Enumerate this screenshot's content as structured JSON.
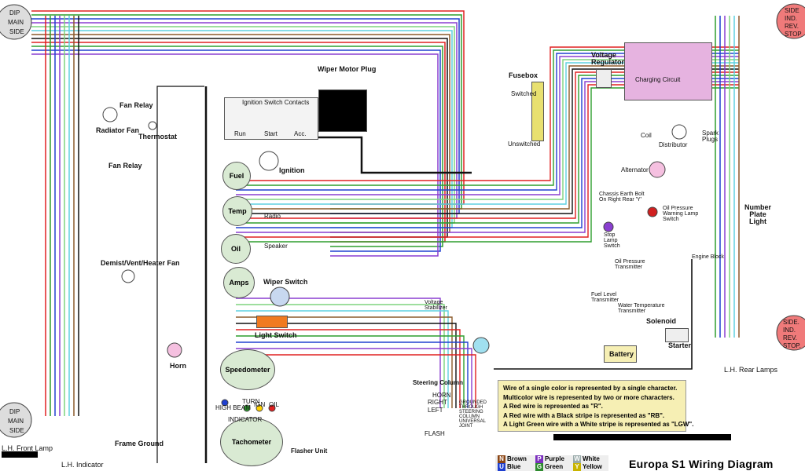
{
  "title": "Europa S1 Wiring Diagram",
  "labels": {
    "dip_main_side_top": [
      "DIP",
      "MAIN",
      "SIDE"
    ],
    "dip_main_side_bottom": [
      "DIP",
      "MAIN",
      "SIDE"
    ],
    "rear_top": [
      "SIDE",
      "IND.",
      "REV.",
      "STOP"
    ],
    "rear_bottom": [
      "SIDE.",
      "IND.",
      "REV.",
      "STOP."
    ],
    "lh_front_lamp": "L.H. Front Lamp",
    "lh_indicator": "L.H. Indicator",
    "lh_rear_lamps": "L.H. Rear Lamps",
    "fan_relay": "Fan Relay",
    "fan_relay2": "Fan Relay",
    "radiator_fan": "Radiator Fan",
    "thermostat": "Thermostat",
    "demist_fan": "Demist/Vent/Heater Fan",
    "horn": "Horn",
    "frame_ground": "Frame Ground",
    "wiper_motor_plug": "Wiper Motor Plug",
    "ignition_switch_contacts": "Ignition Switch Contacts",
    "ign_positions": [
      "Run",
      "Start",
      "Acc."
    ],
    "ignition": "Ignition",
    "fuel": "Fuel",
    "temp": "Temp",
    "oil": "Oil",
    "amps": "Amps",
    "wiper_switch": "Wiper Switch",
    "light_switch": "Light Switch",
    "speedometer": "Speedometer",
    "tachometer": "Tachometer",
    "flasher_unit": "Flasher Unit",
    "steering_column": "Steering Column",
    "voltage_regulator": "Voltage Regulator",
    "fusebox": "Fusebox",
    "switched": "Switched",
    "unswitched": "Unswitched",
    "charging_circuit": "Charging Circuit",
    "coil": "Coil",
    "distributor": "Distributor",
    "spark_plugs": "Spark Plugs",
    "alternator": "Alternator",
    "chassis_earth": "Chassis Earth Bolt On Right Rear 'Y'",
    "oil_pressure_lamp": "Oil Pressure Warning Lamp Switch",
    "stop_lamp_switch": "Stop Lamp Switch",
    "oil_pressure_transmitter": "Oil Pressure Transmitter",
    "fuel_level_transmitter": "Fuel Level Transmitter",
    "water_temp_transmitter": "Water Temperature Transmitter",
    "engine_block": "Engine Block",
    "solenoid": "Solenoid",
    "starter": "Starter",
    "battery": "Battery",
    "number_plate_light": "Number Plate Light",
    "voltage_stabilizer": "Voltage Stabilizer",
    "radio": "Radio",
    "speaker": "Speaker",
    "indicator": "INDICATOR",
    "high_beam": "HIGH BEAM",
    "turn": "TURN",
    "ign": "IGN",
    "oil_lamp": "OIL",
    "horn_right": "HORN",
    "right": "RIGHT",
    "left": "LEFT",
    "flash": "FLASH",
    "steering_ground": "GROUNDED THROUGH STEERING COLUMN UNIVERSAL JOINT"
  },
  "note_lines": [
    "Wire of a single color is represented by a single character.",
    "Multicolor wire is represented by two or more characters.",
    "A Red wire is represented as \"R\".",
    "A Red wire with a Black stripe is represented as \"RB\".",
    "A Light Green wire with a White stripe is represented as \"LGW\"."
  ],
  "legend": [
    {
      "code": "N",
      "name": "Brown",
      "color": "#8b4513"
    },
    {
      "code": "P",
      "name": "Purple",
      "color": "#7b2fbe"
    },
    {
      "code": "W",
      "name": "White",
      "color": "#9aa"
    },
    {
      "code": "U",
      "name": "Blue",
      "color": "#1f3fd0"
    },
    {
      "code": "G",
      "name": "Green",
      "color": "#2e8b2e"
    },
    {
      "code": "Y",
      "name": "Yellow",
      "color": "#c9b400"
    }
  ],
  "wire_colors": {
    "red": "#e02020",
    "green": "#2e9e2e",
    "blue": "#2040d0",
    "purple": "#8a3fd0",
    "brown": "#8b5a2b",
    "lightgreen": "#7ed37e",
    "cyan": "#5fd0e0",
    "black": "#111111",
    "white": "#bbbbbb",
    "yellow": "#d9c400",
    "orange": "#f08020"
  }
}
